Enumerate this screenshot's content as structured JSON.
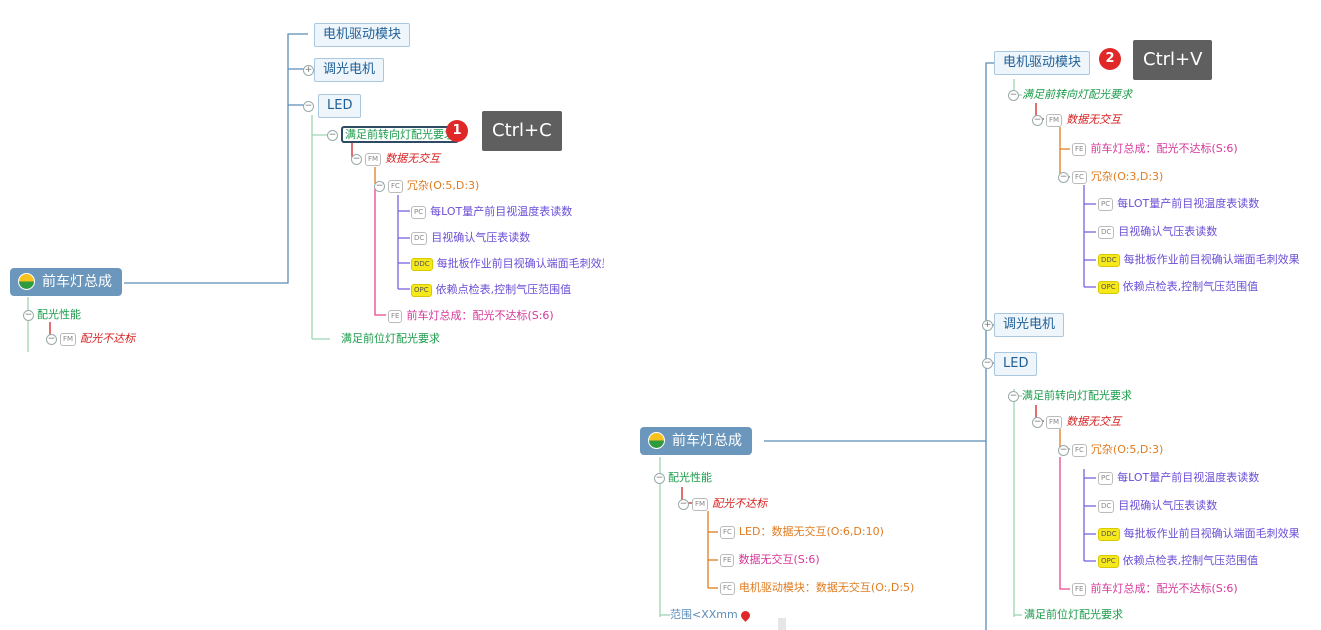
{
  "left": {
    "root": "前车灯总成",
    "top_nodes": [
      "电机驱动模块",
      "调光电机",
      "LED"
    ],
    "led_req": "满足前转向灯配光要求",
    "fm": {
      "tag": "FM",
      "label": "数据无交互"
    },
    "fc": {
      "tag": "FC",
      "label": "冗杂(O:5,D:3)"
    },
    "controls": [
      {
        "tag": "PC",
        "label": "每LOT量产前目视温度表读数"
      },
      {
        "tag": "DC",
        "label": "目视确认气压表读数"
      },
      {
        "tag": "DDC",
        "label": "每批板作业前目视确认端面毛刺效果"
      },
      {
        "tag": "OPC",
        "label": "依赖点检表,控制气压范围值"
      }
    ],
    "fe": {
      "tag": "FE",
      "label": "前车灯总成：配光不达标(S:6)"
    },
    "led_req2": "满足前位灯配光要求",
    "perf": "配光性能",
    "perf_fm": {
      "tag": "FM",
      "label": "配光不达标"
    }
  },
  "right": {
    "root": "前车灯总成",
    "top_nodes": [
      "电机驱动模块",
      "调光电机",
      "LED"
    ],
    "motor_req": "满足前转向灯配光要求",
    "motor_fm": {
      "tag": "FM",
      "label": "数据无交互"
    },
    "motor_fe": {
      "tag": "FE",
      "label": "前车灯总成：配光不达标(S:6)"
    },
    "motor_fc": {
      "tag": "FC",
      "label": "冗杂(O:3,D:3)"
    },
    "motor_controls": [
      {
        "tag": "PC",
        "label": "每LOT量产前目视温度表读数"
      },
      {
        "tag": "DC",
        "label": "目视确认气压表读数"
      },
      {
        "tag": "DDC",
        "label": "每批板作业前目视确认端面毛刺效果"
      },
      {
        "tag": "OPC",
        "label": "依赖点检表,控制气压范围值"
      }
    ],
    "led_req": "满足前转向灯配光要求",
    "led_fm": {
      "tag": "FM",
      "label": "数据无交互"
    },
    "led_fc": {
      "tag": "FC",
      "label": "冗杂(O:5,D:3)"
    },
    "led_controls": [
      {
        "tag": "PC",
        "label": "每LOT量产前目视温度表读数"
      },
      {
        "tag": "DC",
        "label": "目视确认气压表读数"
      },
      {
        "tag": "DDC",
        "label": "每批板作业前目视确认端面毛刺效果"
      },
      {
        "tag": "OPC",
        "label": "依赖点检表,控制气压范围值"
      }
    ],
    "led_fe": {
      "tag": "FE",
      "label": "前车灯总成：配光不达标(S:6)"
    },
    "led_req2": "满足前位灯配光要求",
    "perf": "配光性能",
    "perf_fm": {
      "tag": "FM",
      "label": "配光不达标"
    },
    "perf_fc": [
      {
        "tag": "FC",
        "label": "LED：数据无交互(O:6,D:10)"
      },
      {
        "tag": "FE",
        "label": "数据无交互(S:6)"
      },
      {
        "tag": "FC",
        "label": "电机驱动模块：数据无交互(O:,D:5)"
      }
    ],
    "range": "范围<XXmm"
  },
  "annotations": {
    "step1": {
      "number": "1",
      "label": "Ctrl+C"
    },
    "step2": {
      "number": "2",
      "label": "Ctrl+V"
    }
  },
  "colors": {
    "root": "#6c97bc",
    "requirement": "#1a9b4a",
    "failure_mode": "#d62020",
    "cause": "#e07b20",
    "effect": "#d6379a",
    "control": "#6b4ed6",
    "badge": "#e02828",
    "callout": "#5f5f5f"
  }
}
